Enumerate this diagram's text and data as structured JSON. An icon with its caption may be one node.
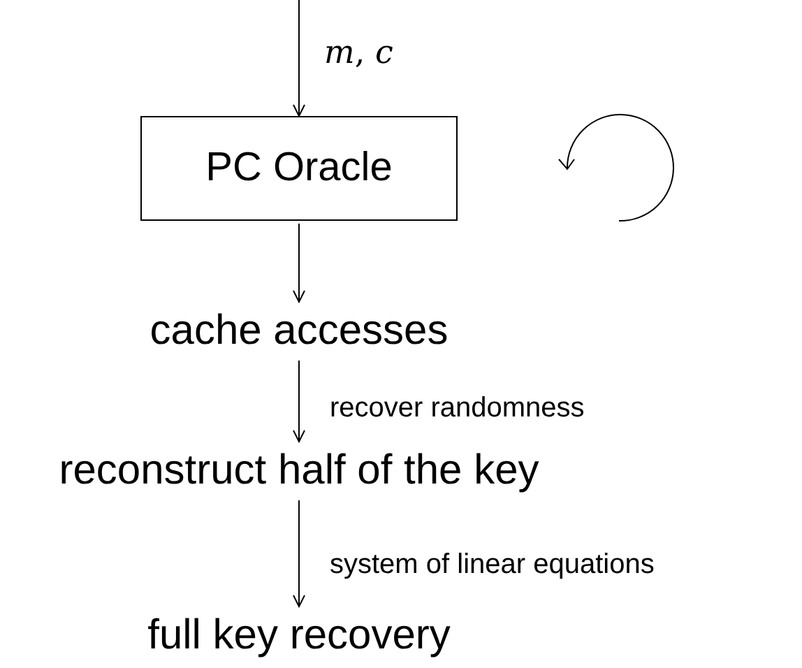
{
  "diagram": {
    "nodes": [
      {
        "text": [
          "PC Oracle"
        ]
      },
      {
        "text": [
          "cache accesses"
        ]
      },
      {
        "text": [
          "reconstruct half of the key"
        ]
      },
      {
        "text": [
          "full key recovery"
        ]
      }
    ],
    "edges": [
      {
        "from": null,
        "to": 0,
        "arrow": "to",
        "label": "*m*, *c*"
      },
      {
        "from": 0,
        "to": 1,
        "arrow": "to"
      },
      {
        "from": 1,
        "to": 2,
        "arrow": "to",
        "label": "recover randomness"
      },
      {
        "from": 2,
        "to": 3,
        "arrow": "to",
        "label": "system of linear equations"
      }
    ]
  }
}
